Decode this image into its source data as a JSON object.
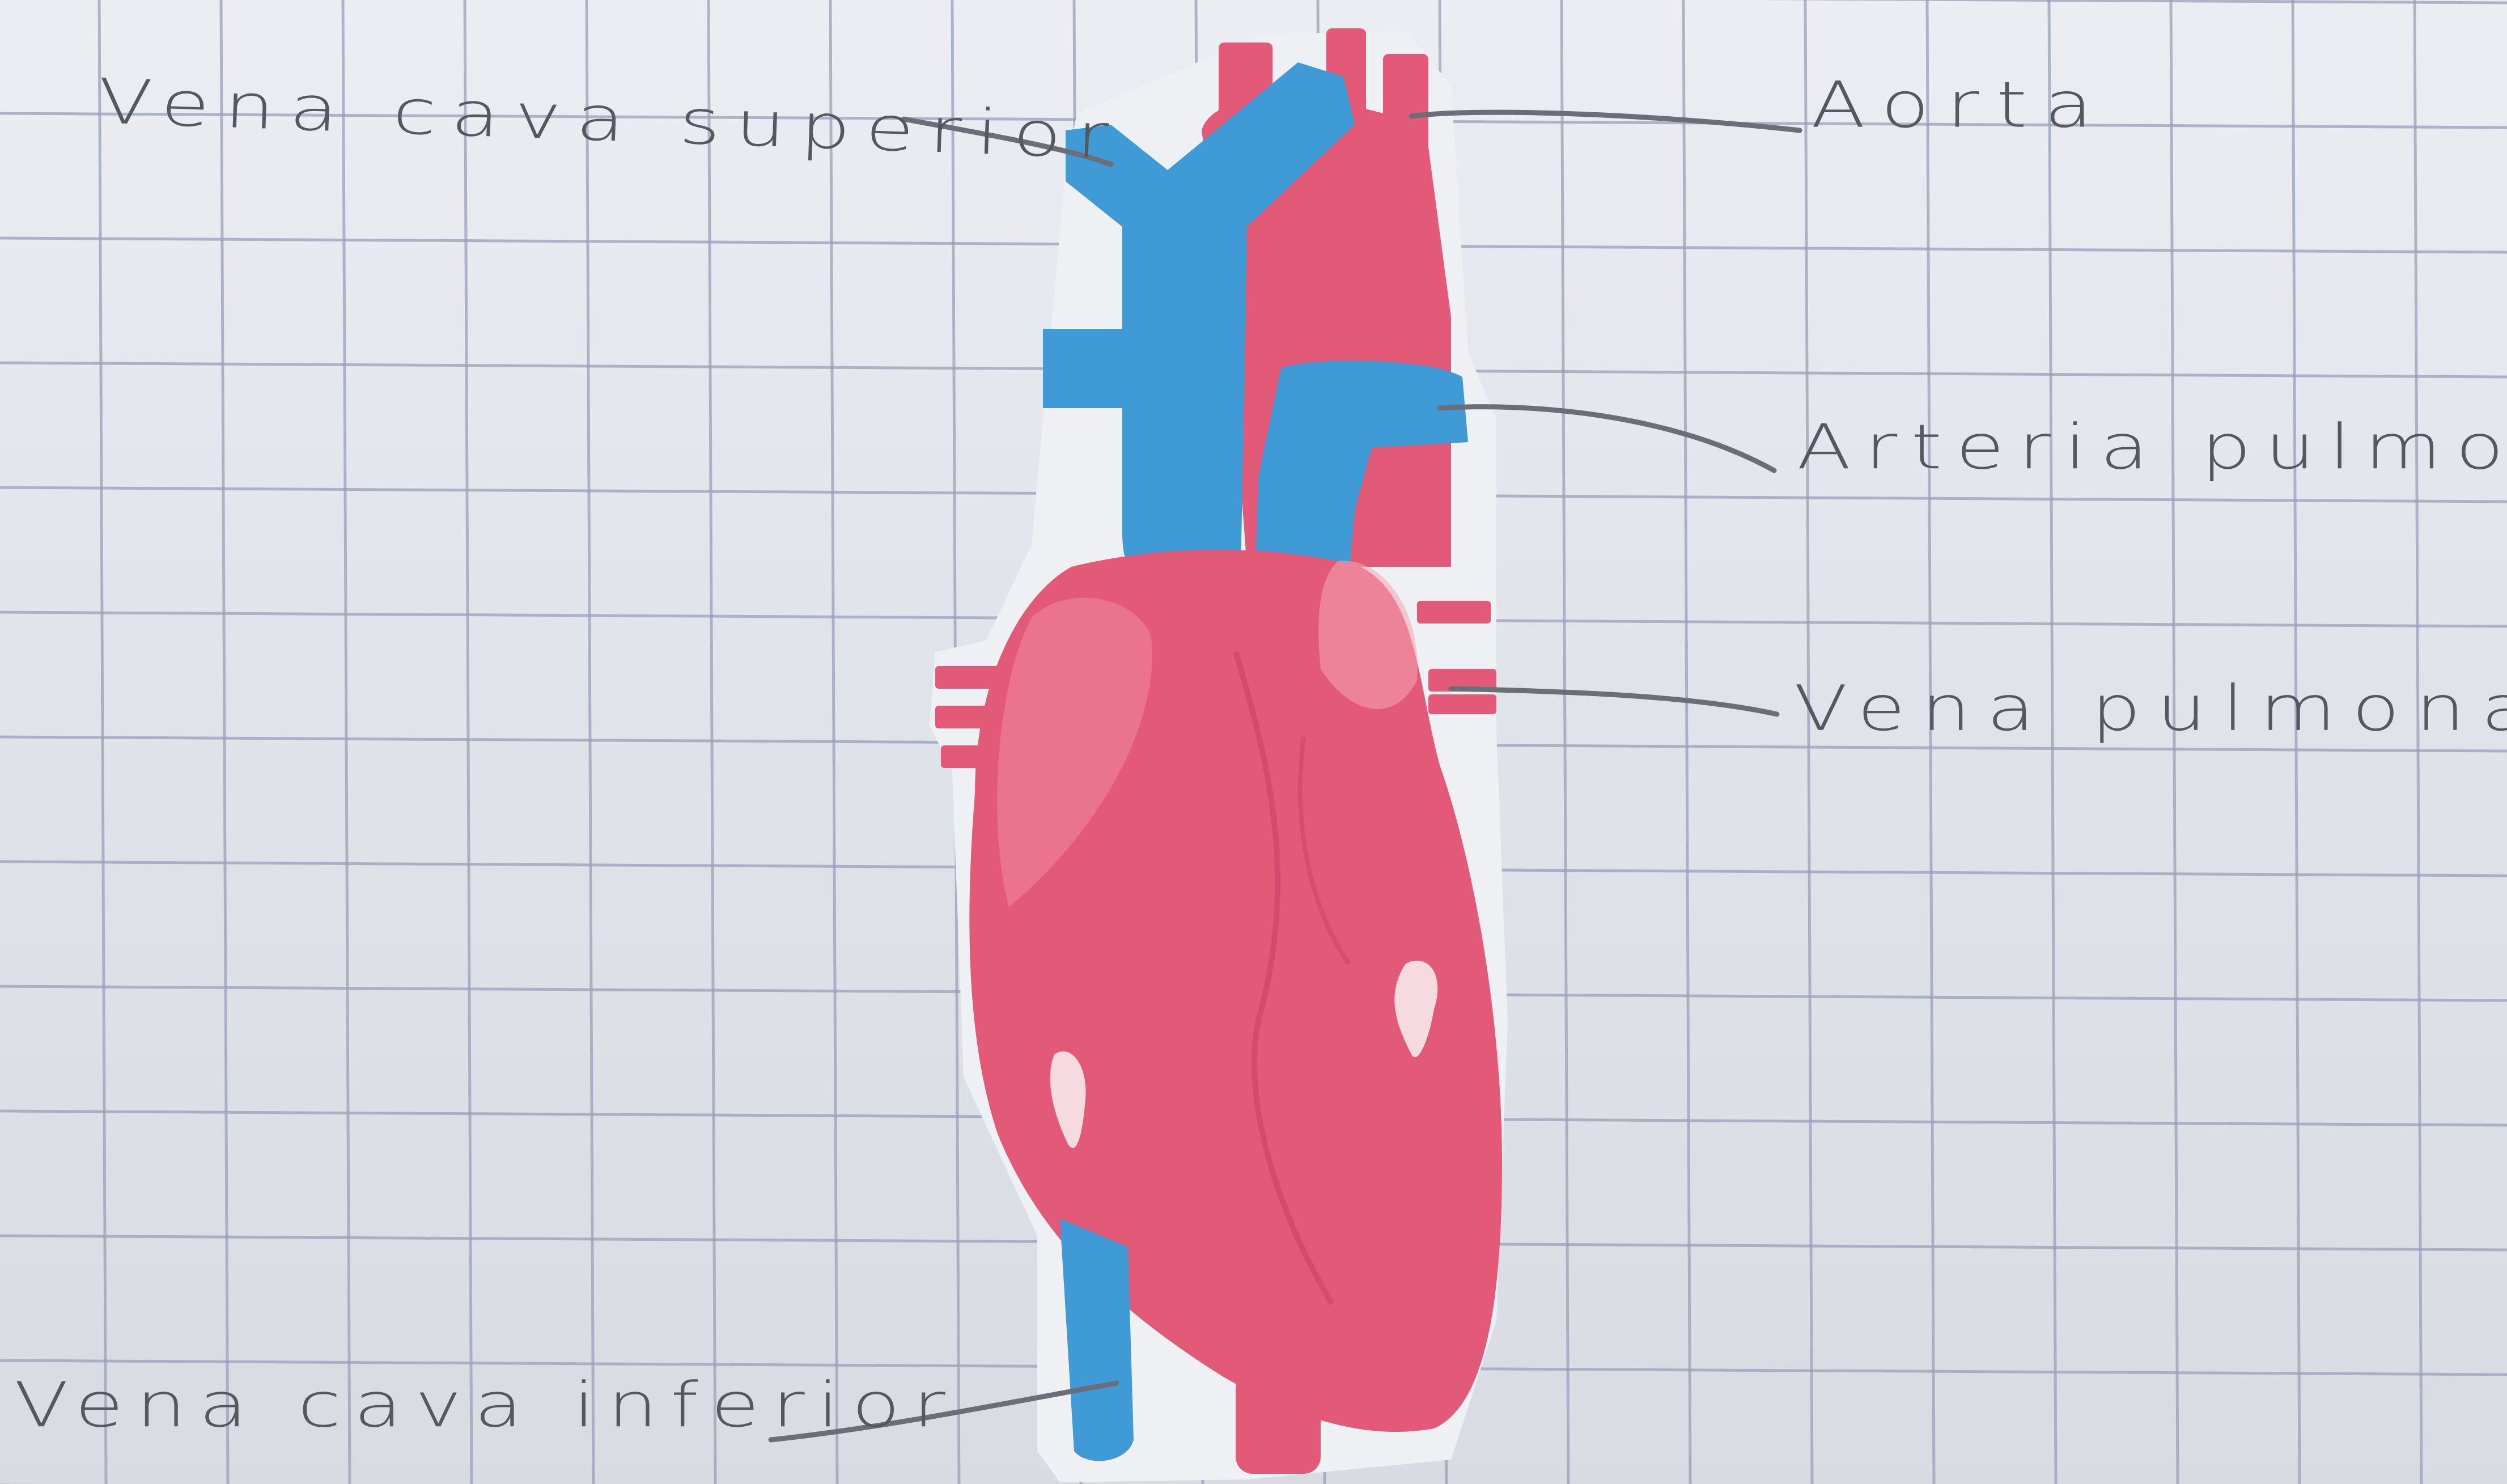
{
  "diagram": {
    "subject": "heart",
    "labels": {
      "vena_cava_superior": "Vena cava superior",
      "aorta": "Aorta",
      "arteria_pulmonar": "Arteria pulmonar",
      "vena_pulmonar": "Vena pulmonar",
      "vena_cava_inferior": "Vena cava inferior"
    },
    "colors": {
      "paper": "#e2e4ec",
      "grid_line": "#9aa0b8",
      "heart_red": "#e35a78",
      "heart_dark": "#c94668",
      "vein_blue": "#3f9ad6",
      "label_ink": "#55585f"
    }
  }
}
